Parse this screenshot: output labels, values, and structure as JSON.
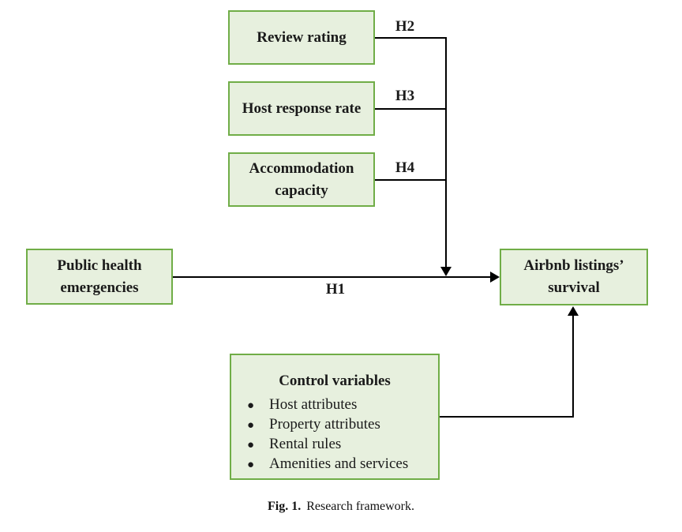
{
  "diagram": {
    "boxes": {
      "review_rating": "Review rating",
      "host_response_rate": "Host response rate",
      "accommodation_capacity": "Accommodation capacity",
      "public_health": "Public health emergencies",
      "airbnb_survival": "Airbnb listings’ survival",
      "control": {
        "title": "Control variables",
        "bullet": "●",
        "items": [
          "Host attributes",
          "Property attributes",
          "Rental rules",
          "Amenities and services"
        ]
      }
    },
    "hypotheses": {
      "h1": "H1",
      "h2": "H2",
      "h3": "H3",
      "h4": "H4"
    },
    "caption": {
      "label": "Fig. 1.",
      "text": "Research framework."
    },
    "colors": {
      "box_fill": "#e7f0de",
      "box_border": "#70ad47",
      "arrow": "#000000",
      "background": "#ffffff"
    }
  }
}
